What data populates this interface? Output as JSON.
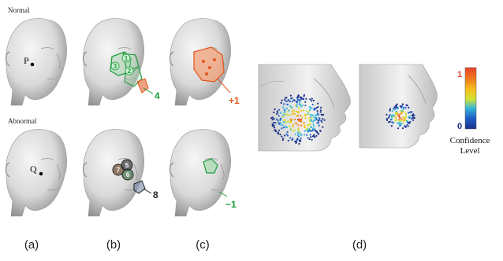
{
  "rows": {
    "normal": "Normal",
    "abnormal": "Abnormal"
  },
  "points": {
    "p": "P",
    "q": "Q"
  },
  "panel_b_top": {
    "regions": [
      "1",
      "2",
      "3"
    ],
    "callout": "4"
  },
  "panel_b_bottom": {
    "regions": [
      "5",
      "6",
      "7"
    ],
    "callout": "8"
  },
  "panel_c_top": {
    "callout": "+1"
  },
  "panel_c_bottom": {
    "callout": "−1"
  },
  "panels": {
    "a": "(a)",
    "b": "(b)",
    "c": "(c)",
    "d": "(d)"
  },
  "colorbar": {
    "top_tick": "1",
    "bottom_tick": "0",
    "title_line1": "Confidence",
    "title_line2": "Level",
    "colors": [
      "#e8412a",
      "#f07a1e",
      "#f5c21b",
      "#cfe23a",
      "#35b7d6",
      "#1f5fc9",
      "#1b2f8a"
    ]
  },
  "colors": {
    "green": "#1e9d3c",
    "orange": "#e2561b",
    "dark": "#2a2a2a"
  }
}
